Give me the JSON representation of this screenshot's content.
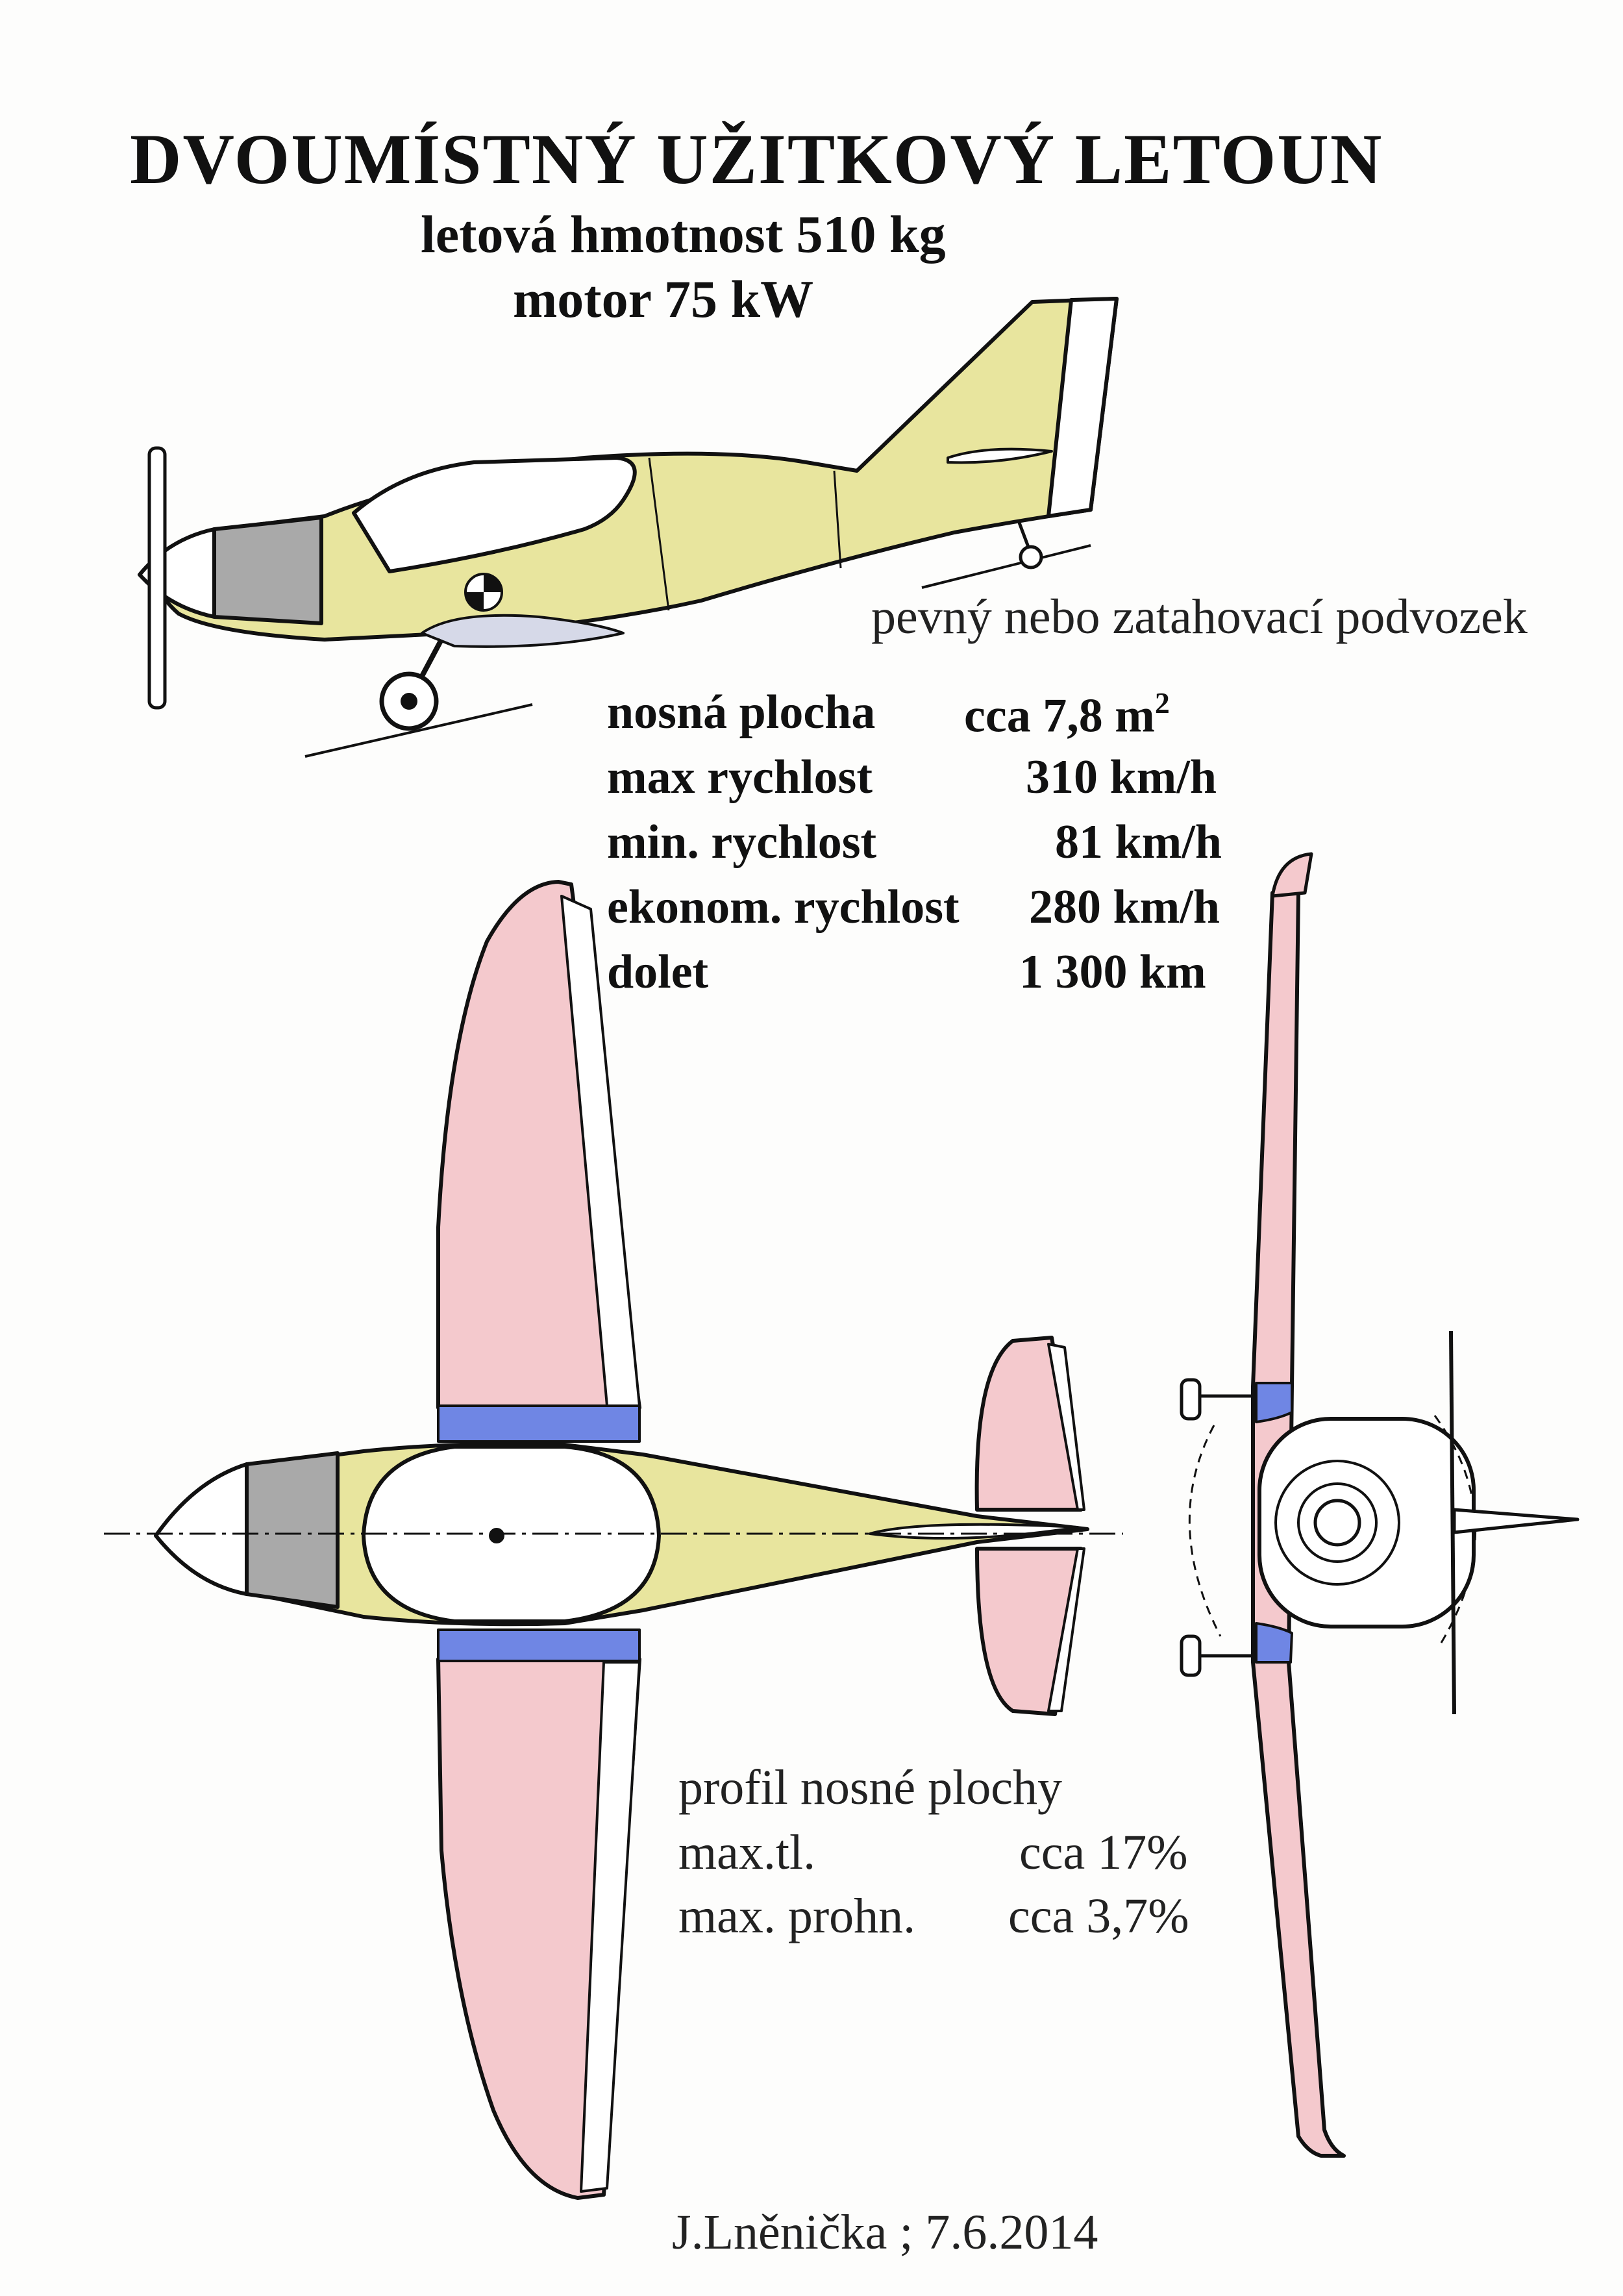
{
  "title": "DVOUMÍSTNÝ UŽITKOVÝ LETOUN",
  "mass_line": "letová hmotnost   510 kg",
  "engine_line": "motor   75 kW",
  "gear_note": "pevný nebo zatahovací podvozek",
  "specs": [
    {
      "label": "nosná plocha",
      "value": "cca 7,8 m",
      "sup": "2"
    },
    {
      "label": "max rychlost",
      "value": "310 km/h",
      "sup": ""
    },
    {
      "label": "min. rychlost",
      "value": "81 km/h",
      "sup": ""
    },
    {
      "label": "ekonom. rychlost",
      "value": "280 km/h",
      "sup": ""
    },
    {
      "label": "dolet",
      "value": "1 300 km",
      "sup": ""
    }
  ],
  "profile": {
    "heading": "profil nosné plochy",
    "rows": [
      {
        "label": "max.tl.",
        "value": "cca 17%"
      },
      {
        "label": "max. prohn.",
        "value": "cca 3,7%"
      }
    ]
  },
  "signature": "J.Lněnička ; 7.6.2014",
  "colors": {
    "fuselage": "#e8e59e",
    "wing": "#f4c9cd",
    "cowling": "#a9a9a9",
    "wing_root": "#6f86e4",
    "canopy": "#ffffff",
    "line": "#111111"
  }
}
